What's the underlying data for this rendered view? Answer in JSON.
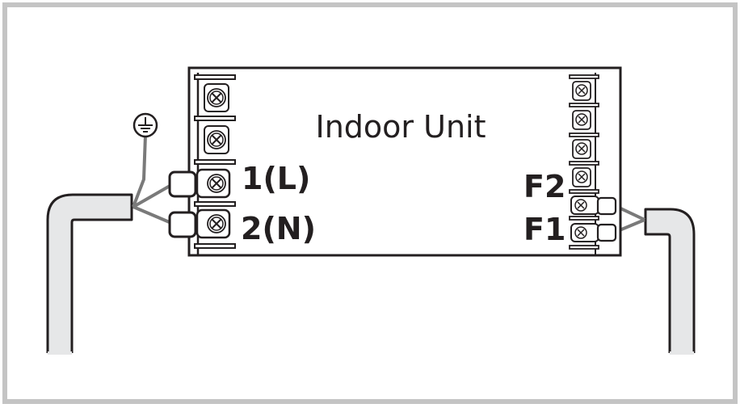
{
  "diagram": {
    "title": "Indoor Unit",
    "left_terminals": {
      "count": 4,
      "labels": [
        {
          "id": "L",
          "text": "1(L)"
        },
        {
          "id": "N",
          "text": "2(N)"
        }
      ]
    },
    "right_terminals": {
      "count": 6,
      "labels": [
        {
          "id": "F2",
          "text": "F2"
        },
        {
          "id": "F1",
          "text": "F1"
        }
      ]
    },
    "icons": {
      "ground": "ground-symbol-icon"
    },
    "colors": {
      "frame_border": "#c4c4c4",
      "outline": "#231f20",
      "wire": "#7a7a7a",
      "cable_fill": "#e6e7e8",
      "background": "#ffffff"
    }
  }
}
